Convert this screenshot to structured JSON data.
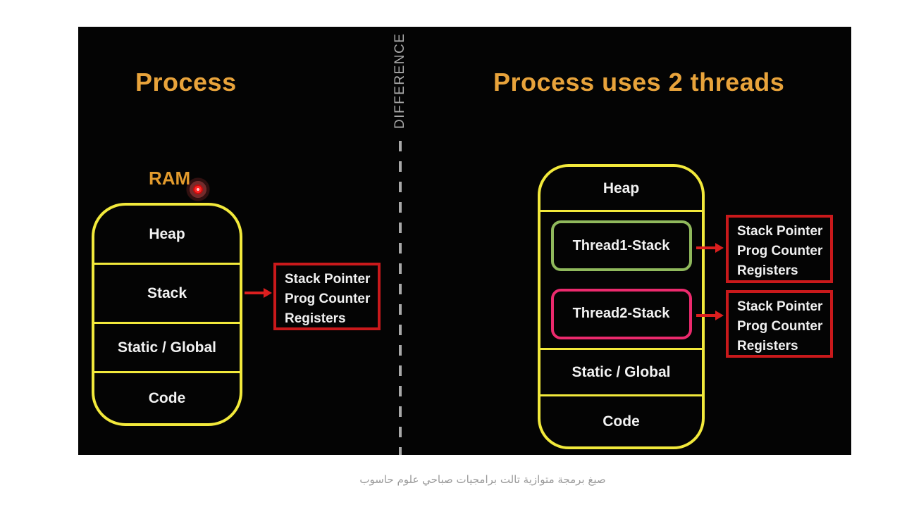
{
  "slide": {
    "left": {
      "title": "Process",
      "ram_label": "RAM",
      "memory_sections": [
        "Heap",
        "Stack",
        "Static / Global",
        "Code"
      ],
      "info_box": {
        "lines": [
          "Stack Pointer",
          "Prog Counter",
          "Registers"
        ]
      }
    },
    "divider": {
      "label": "DIFFERENCE"
    },
    "right": {
      "title": "Process uses 2 threads",
      "heap_label": "Heap",
      "threads": [
        {
          "label": "Thread1-Stack",
          "border_color": "#90b95c"
        },
        {
          "label": "Thread2-Stack",
          "border_color": "#ec2a6d"
        }
      ],
      "info_boxes": [
        {
          "lines": [
            "Stack Pointer",
            "Prog Counter",
            "Registers"
          ]
        },
        {
          "lines": [
            "Stack Pointer",
            "Prog Counter",
            "Registers"
          ]
        }
      ],
      "static_label": "Static / Global",
      "code_label": "Code"
    },
    "colors": {
      "slide_background": "#040404",
      "title_orange": "#e8a33b",
      "box_yellow": "#f2e93b",
      "register_red": "#c9191b",
      "arrow_red": "#dc1f1f",
      "thread1_green": "#90b95c",
      "thread2_pink": "#ec2a6d",
      "label_white": "#f2f2f2",
      "divider_gray": "#a8a8a8",
      "caption_gray": "#999999"
    }
  },
  "caption": "صيغ برمجة متوازية تالت برامجيات صباحي علوم حاسوب"
}
